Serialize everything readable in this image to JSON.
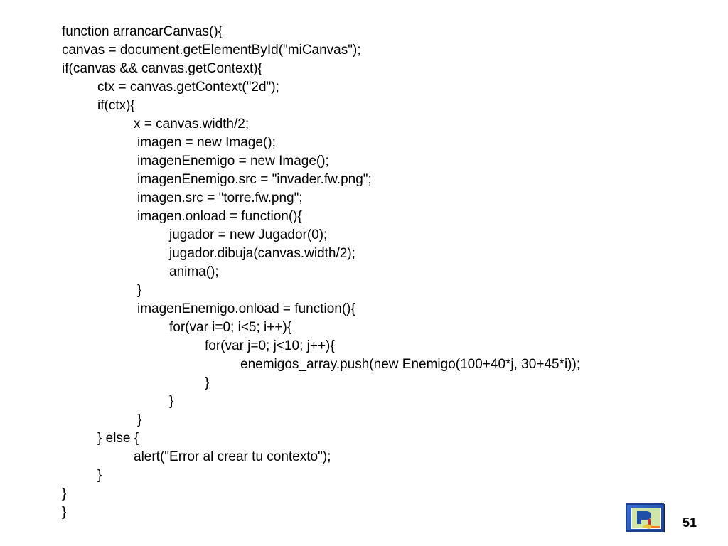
{
  "code_lines": [
    "function arrancarCanvas(){",
    "canvas = document.getElementById(\"miCanvas\");",
    "if(canvas && canvas.getContext){",
    "ctx = canvas.getContext(\"2d\");",
    "if(ctx){",
    "x = canvas.width/2;",
    "imagen = new Image();",
    "imagenEnemigo = new Image();",
    "imagenEnemigo.src = \"invader.fw.png\";",
    "imagen.src = \"torre.fw.png\";",
    "imagen.onload = function(){",
    "jugador = new Jugador(0);",
    "jugador.dibuja(canvas.width/2);",
    "anima();",
    "}",
    "imagenEnemigo.onload = function(){",
    "for(var i=0; i<5; i++){",
    "for(var j=0; j<10; j++){",
    "enemigos_array.push(new Enemigo(100+40*j, 30+45*i));",
    "}",
    "}",
    "}",
    "} else {",
    "alert(\"Error al crear tu contexto\");",
    "}",
    "}",
    "}"
  ],
  "logo_icon": "presentation-logo-icon",
  "page_number": "51"
}
